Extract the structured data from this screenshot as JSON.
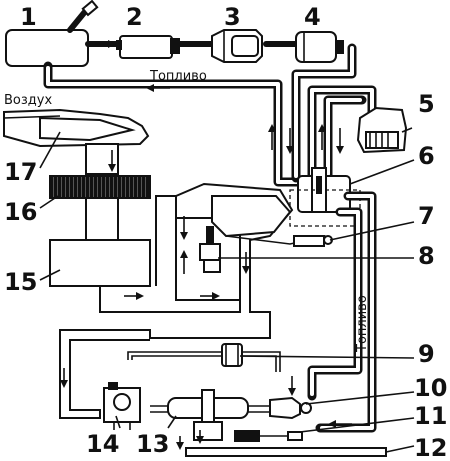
{
  "labels": {
    "air": "Воздух",
    "fuel_top": "Топливо",
    "fuel_right": "Топливо"
  },
  "callouts": [
    "1",
    "2",
    "3",
    "4",
    "5",
    "6",
    "7",
    "8",
    "9",
    "10",
    "11",
    "12",
    "13",
    "14",
    "15",
    "16",
    "17"
  ]
}
